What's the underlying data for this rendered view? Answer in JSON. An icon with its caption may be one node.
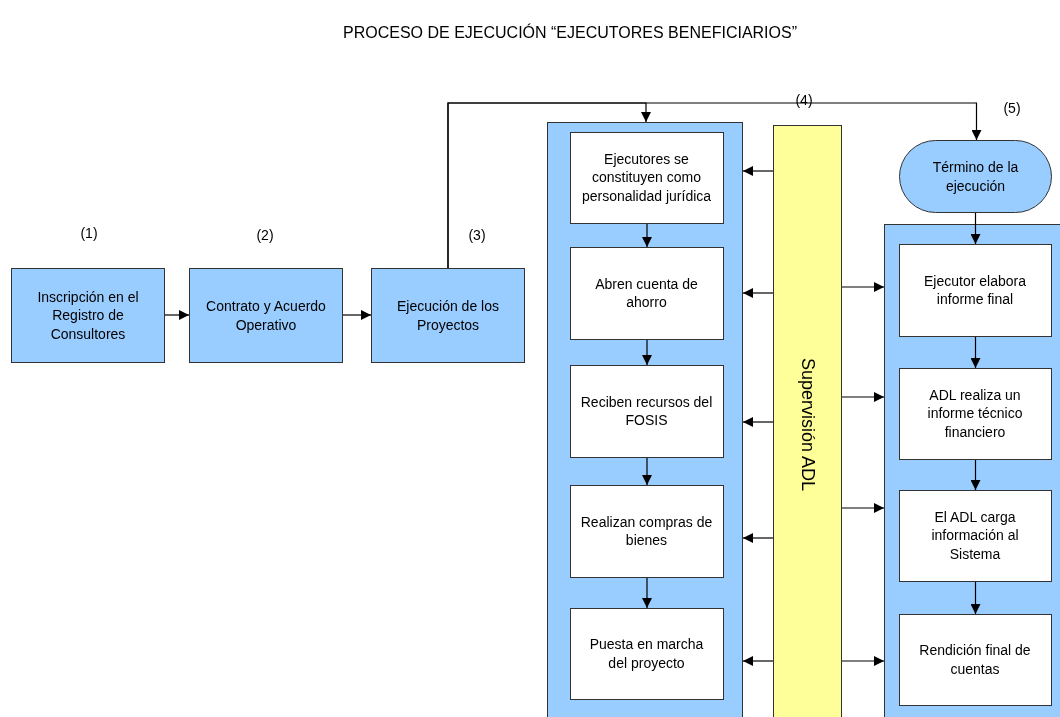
{
  "diagram": {
    "title": "PROCESO DE EJECUCIÓN “EJECUTORES BENEFICIARIOS”",
    "nodes": [
      {
        "text": [
          "Inscripción en el Registro de Consultores"
        ]
      },
      {
        "text": [
          "Contrato y Acuerdo Operativo"
        ]
      },
      {
        "text": [
          "Ejecución de los Proyectos"
        ]
      },
      {
        "text": [],
        "shape": "box"
      },
      {
        "text": [
          "Ejecutores se constituyen como personalidad jurídica"
        ],
        "in": 3
      },
      {
        "text": [
          "Abren cuenta de ahorro"
        ],
        "in": 3
      },
      {
        "text": [
          "Reciben recursos del FOSIS"
        ],
        "in": 3
      },
      {
        "text": [
          "Realizan compras de bienes"
        ],
        "in": 3
      },
      {
        "text": [
          "Puesta en marcha del proyecto"
        ],
        "in": 3
      },
      {
        "text": [
          "Supervisión ADL"
        ]
      },
      {
        "text": [
          "Término de la ejecución"
        ]
      },
      {
        "text": [],
        "shape": "box"
      },
      {
        "text": [
          "Ejecutor elabora informe final"
        ],
        "in": 11
      },
      {
        "text": [
          "ADL realiza un informe técnico financiero"
        ],
        "in": 11
      },
      {
        "text": [
          "El ADL carga información al Sistema"
        ],
        "in": 11
      },
      {
        "text": [
          "Rendición final de cuentas"
        ],
        "in": 11
      }
    ],
    "edges": [
      {
        "from": 0,
        "to": 1,
        "arrow": "to"
      },
      {
        "from": 1,
        "to": 2,
        "arrow": "to"
      },
      {
        "from": 2,
        "to": 3,
        "arrow": "to"
      },
      {
        "from": 2,
        "to": 10,
        "arrow": "to"
      },
      {
        "from": 4,
        "to": 5,
        "arrow": "to"
      },
      {
        "from": 5,
        "to": 6,
        "arrow": "to"
      },
      {
        "from": 6,
        "to": 7,
        "arrow": "to"
      },
      {
        "from": 7,
        "to": 8,
        "arrow": "to"
      },
      {
        "from": 9,
        "to": 4,
        "arrow": "to"
      },
      {
        "from": 9,
        "to": 5,
        "arrow": "to"
      },
      {
        "from": 9,
        "to": 6,
        "arrow": "to"
      },
      {
        "from": 9,
        "to": 7,
        "arrow": "to"
      },
      {
        "from": 9,
        "to": 8,
        "arrow": "to"
      },
      {
        "from": 9,
        "to": 12,
        "arrow": "to"
      },
      {
        "from": 9,
        "to": 13,
        "arrow": "to"
      },
      {
        "from": 9,
        "to": 14,
        "arrow": "to"
      },
      {
        "from": 9,
        "to": 15,
        "arrow": "to"
      },
      {
        "from": 10,
        "to": 12,
        "arrow": "to"
      },
      {
        "from": 12,
        "to": 13,
        "arrow": "to"
      },
      {
        "from": 13,
        "to": 14,
        "arrow": "to"
      },
      {
        "from": 14,
        "to": 15,
        "arrow": "to"
      }
    ],
    "labels": [
      "(1)",
      "(2)",
      "(3)",
      "(4)",
      "(5)"
    ]
  }
}
